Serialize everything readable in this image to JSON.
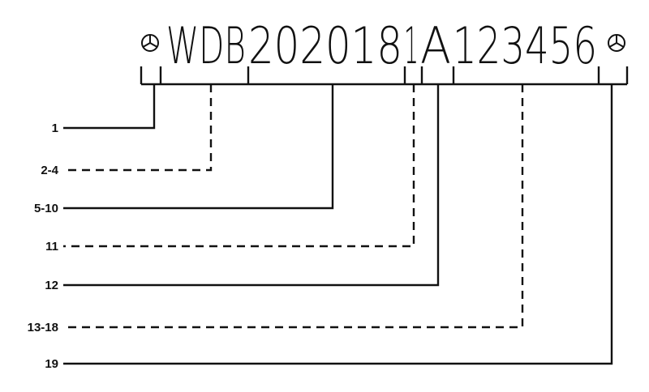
{
  "vin": {
    "prefix_symbol": "mercedes-star-icon",
    "suffix_symbol": "mercedes-star-icon",
    "segments": [
      {
        "id": "wmi",
        "text": "WDB"
      },
      {
        "id": "vds",
        "text": "202018"
      },
      {
        "id": "check",
        "text": "1"
      },
      {
        "id": "plant",
        "text": "A"
      },
      {
        "id": "serial",
        "text": "123456"
      }
    ]
  },
  "callouts": [
    {
      "label": "1",
      "style": "solid"
    },
    {
      "label": "2-4",
      "style": "dashed"
    },
    {
      "label": "5-10",
      "style": "solid"
    },
    {
      "label": "11",
      "style": "dashed"
    },
    {
      "label": "12",
      "style": "solid"
    },
    {
      "label": "13-18",
      "style": "dashed"
    },
    {
      "label": "19",
      "style": "solid"
    }
  ]
}
